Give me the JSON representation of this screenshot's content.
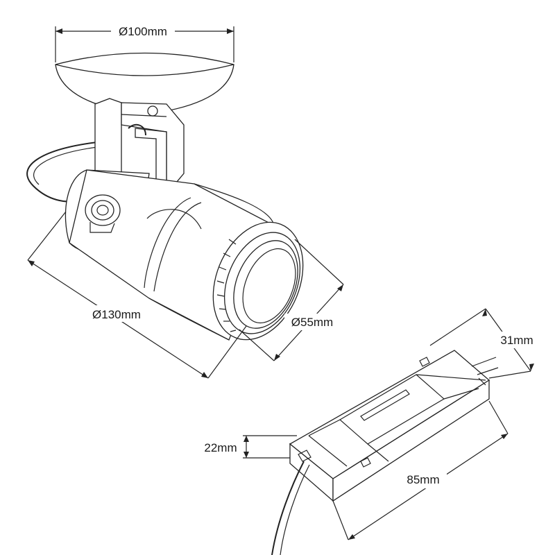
{
  "dimensions": {
    "plate_diameter": "Ø100mm",
    "body_length": "Ø130mm",
    "lens_diameter": "Ø55mm",
    "driver_width": "31mm",
    "driver_height": "22mm",
    "driver_length": "85mm"
  }
}
